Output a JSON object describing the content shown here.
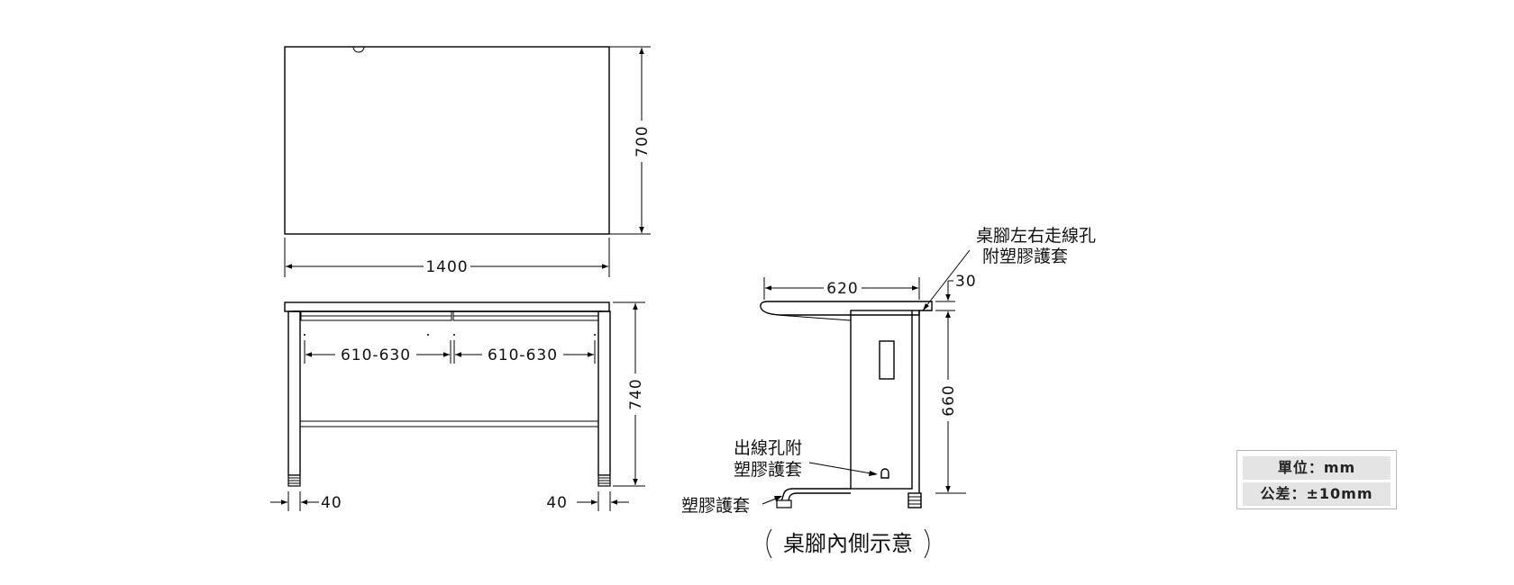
{
  "dimensions": {
    "top_width": "1400",
    "top_depth": "700",
    "drawer_span_left": "610-630",
    "drawer_span_right": "610-630",
    "front_height": "740",
    "leg_left": "40",
    "leg_right": "40",
    "side_depth": "620",
    "top_thickness": "30",
    "side_height": "660"
  },
  "notes": {
    "wire_hole_line1": "桌腳左右走線孔",
    "wire_hole_line2": "附塑膠護套",
    "outlet_line1": "出線孔附",
    "outlet_line2": "塑膠護套",
    "foot_cover": "塑膠護套",
    "caption": "桌腳內側示意"
  },
  "spec_box": {
    "unit": "單位：mm",
    "tolerance": "公差：±10mm",
    "bg_color": "#e4e4e4"
  }
}
